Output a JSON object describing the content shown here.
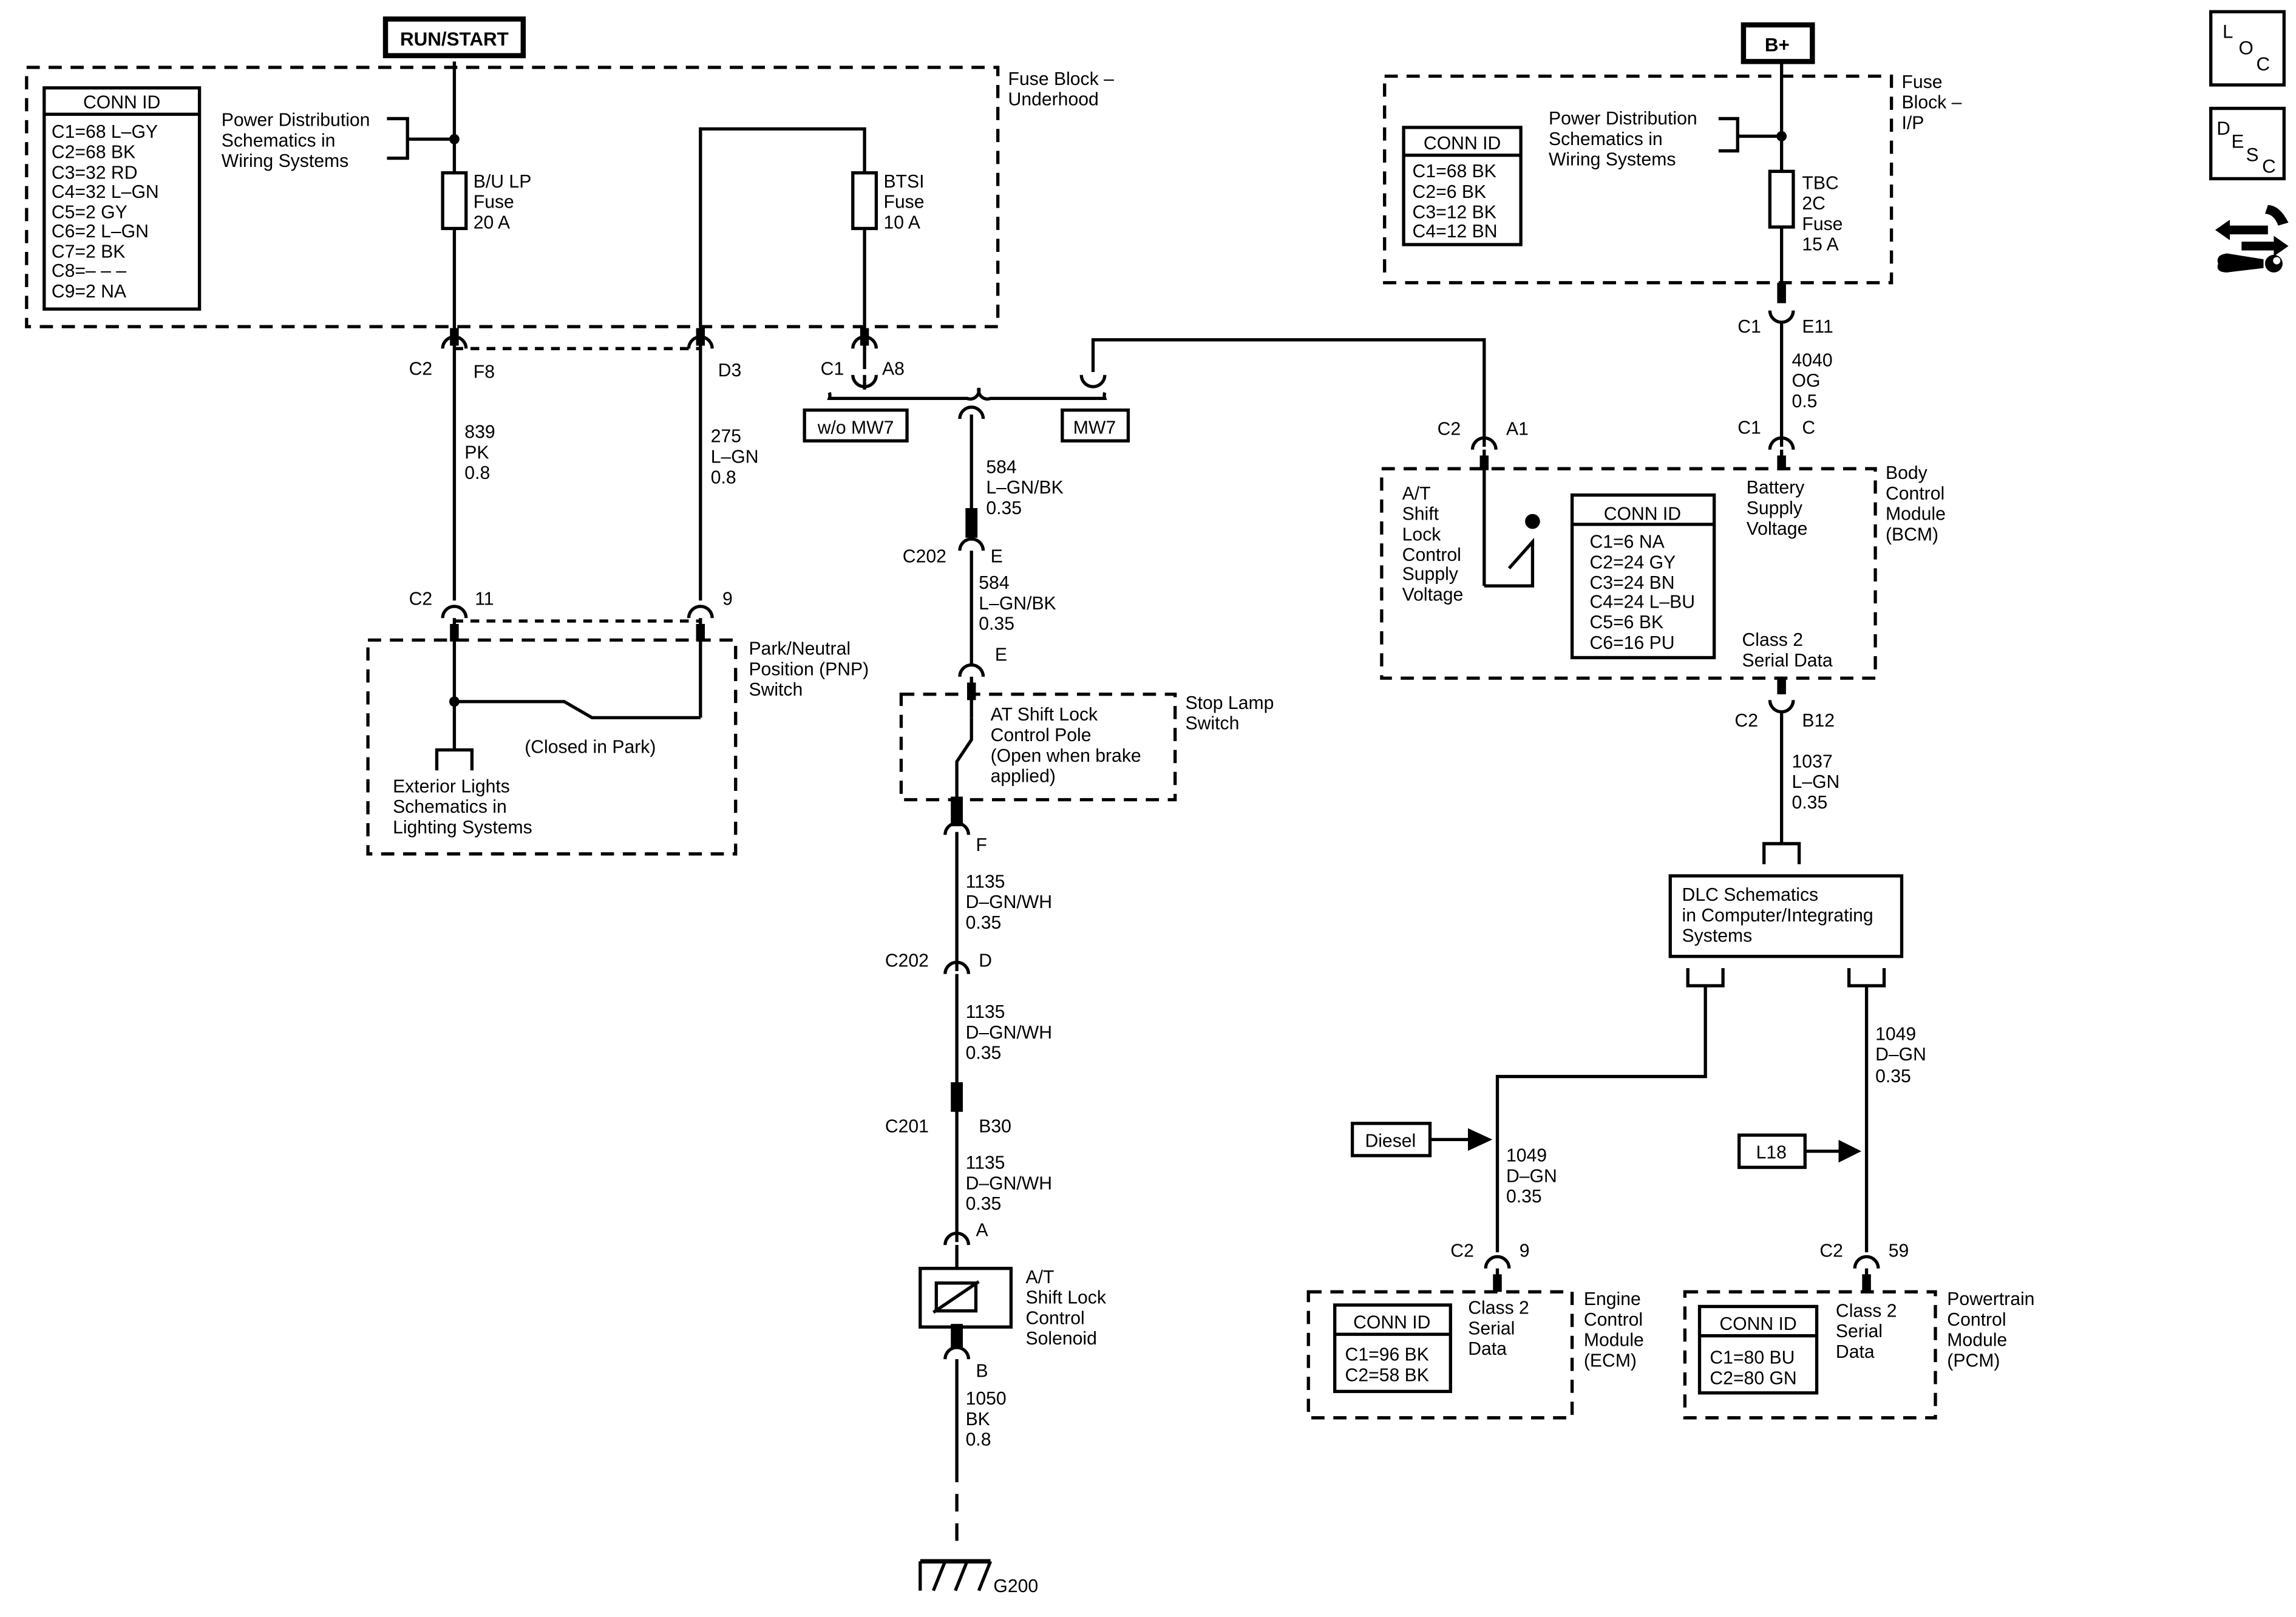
{
  "supplies": {
    "run_start": "RUN/START",
    "b_plus": "B+"
  },
  "fuse_block_underhood": {
    "title": [
      "Fuse Block –",
      "Underhood"
    ],
    "power_dist": [
      "Power Distribution",
      "Schematics in",
      "Wiring Systems"
    ],
    "conn_id_title": "CONN ID",
    "conn_id": [
      "C1=68 L–GY",
      "C2=68 BK",
      "C3=32 RD",
      "C4=32 L–GN",
      "C5=2 GY",
      "C6=2 L–GN",
      "C7=2 BK",
      "C8=– – –",
      "C9=2 NA"
    ],
    "fuse_bulp": [
      "B/U LP",
      "Fuse",
      "20 A"
    ],
    "fuse_btsi": [
      "BTSI",
      "Fuse",
      "10 A"
    ]
  },
  "fuse_block_ip": {
    "title": [
      "Fuse",
      "Block –",
      "I/P"
    ],
    "power_dist": [
      "Power Distribution",
      "Schematics in",
      "Wiring Systems"
    ],
    "conn_id_title": "CONN ID",
    "conn_id": [
      "C1=68 BK",
      "C2=6 BK",
      "C3=12 BK",
      "C4=12 BN"
    ],
    "fuse_tbc": [
      "TBC",
      "2C",
      "Fuse",
      "15 A"
    ]
  },
  "connectors": {
    "c2": "C2",
    "c1": "C1",
    "f8": "F8",
    "d3": "D3",
    "a8": "A8",
    "e11": "E11",
    "pin_c": "C",
    "a1": "A1",
    "pin11": "11",
    "pin9": "9",
    "c202": "C202",
    "e": "E",
    "f": "F",
    "d": "D",
    "c201": "C201",
    "b30": "B30",
    "a": "A",
    "b": "B",
    "b12": "B12",
    "pin59": "59"
  },
  "options": {
    "wo_mw7": "w/o MW7",
    "mw7": "MW7",
    "diesel": "Diesel",
    "l18": "L18"
  },
  "wires": {
    "w839": [
      "839",
      "PK",
      "0.8"
    ],
    "w275": [
      "275",
      "L–GN",
      "0.8"
    ],
    "w584a": [
      "584",
      "L–GN/BK",
      "0.35"
    ],
    "w584b": [
      "584",
      "L–GN/BK",
      "0.35"
    ],
    "w1135a": [
      "1135",
      "D–GN/WH",
      "0.35"
    ],
    "w1135b": [
      "1135",
      "D–GN/WH",
      "0.35"
    ],
    "w1135c": [
      "1135",
      "D–GN/WH",
      "0.35"
    ],
    "w1050": [
      "1050",
      "BK",
      "0.8"
    ],
    "w4040": [
      "4040",
      "OG",
      "0.5"
    ],
    "w1037": [
      "1037",
      "L–GN",
      "0.35"
    ],
    "w1049a": [
      "1049",
      "D–GN",
      "0.35"
    ],
    "w1049b": [
      "1049",
      "D–GN",
      "0.35"
    ]
  },
  "pnp_switch": {
    "title": [
      "Park/Neutral",
      "Position (PNP)",
      "Switch"
    ],
    "closed": "(Closed in Park)",
    "ext_lights": [
      "Exterior Lights",
      "Schematics in",
      "Lighting Systems"
    ]
  },
  "stop_lamp": {
    "title": [
      "Stop Lamp",
      "Switch"
    ],
    "pole": [
      "AT Shift Lock",
      "Control Pole",
      "(Open when brake",
      "applied)"
    ]
  },
  "solenoid": [
    "A/T",
    "Shift Lock",
    "Control",
    "Solenoid"
  ],
  "ground": "G200",
  "bcm": {
    "title": [
      "Body",
      "Control",
      "Module",
      "(BCM)"
    ],
    "shift_lock": [
      "A/T",
      "Shift",
      "Lock",
      "Control",
      "Supply",
      "Voltage"
    ],
    "battery": [
      "Battery",
      "Supply",
      "Voltage"
    ],
    "serial": [
      "Class 2",
      "Serial Data"
    ],
    "conn_id_title": "CONN ID",
    "conn_id": [
      "C1=6 NA",
      "C2=24 GY",
      "C3=24 BN",
      "C4=24 L–BU",
      "C5=6 BK",
      "C6=16 PU"
    ]
  },
  "dlc": [
    "DLC Schematics",
    "in Computer/Integrating",
    "Systems"
  ],
  "ecm": {
    "title": [
      "Engine",
      "Control",
      "Module",
      "(ECM)"
    ],
    "serial": [
      "Class 2",
      "Serial",
      "Data"
    ],
    "conn_id_title": "CONN ID",
    "conn_id": [
      "C1=96 BK",
      "C2=58 BK"
    ]
  },
  "pcm": {
    "title": [
      "Powertrain",
      "Control",
      "Module",
      "(PCM)"
    ],
    "serial": [
      "Class 2",
      "Serial",
      "Data"
    ],
    "conn_id_title": "CONN ID",
    "conn_id": [
      "C1=80 BU",
      "C2=80 GN"
    ]
  },
  "nav": {
    "loc": [
      "L",
      "O",
      "C"
    ],
    "desc": [
      "D",
      "E",
      "S",
      "C"
    ],
    "icons": [
      "component-locator-icon",
      "description-icon",
      "repair-tools-icon"
    ]
  }
}
